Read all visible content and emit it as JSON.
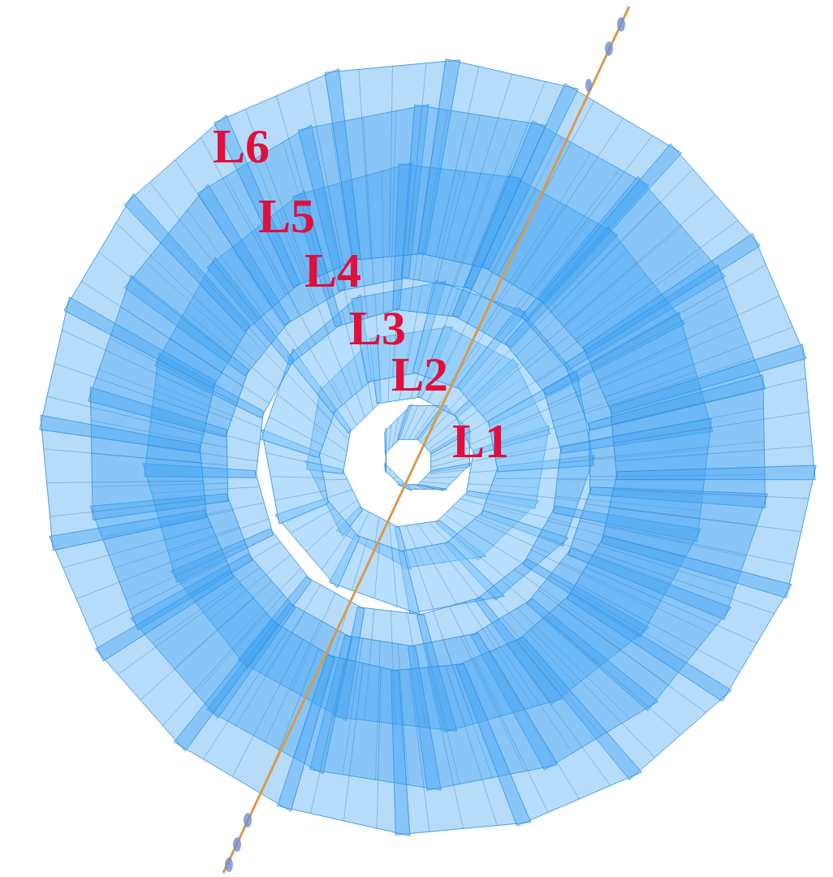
{
  "diagram": {
    "labels": [
      "L6",
      "L5",
      "L4",
      "L3",
      "L2",
      "L1"
    ]
  }
}
